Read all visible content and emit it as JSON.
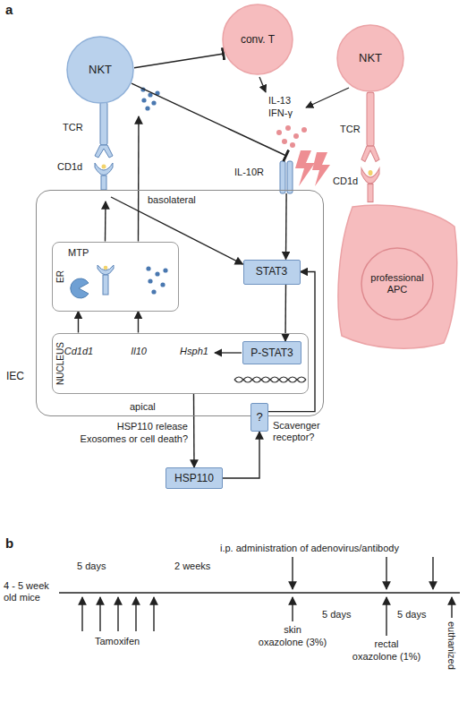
{
  "diagram": {
    "nodes": [
      {
        "text": [
          "NKT"
        ]
      },
      {
        "text": [
          "conv. T"
        ]
      },
      {
        "text": [
          "NKT"
        ]
      },
      {
        "text": [
          "professional APC"
        ]
      },
      {
        "text": [
          "IEC"
        ]
      },
      {
        "text": [
          "ER"
        ],
        "in": 4
      },
      {
        "text": [
          "STAT3"
        ],
        "in": 4
      },
      {
        "text": [
          "NUCLEUS"
        ],
        "in": 4
      },
      {
        "text": [
          "P-STAT3"
        ],
        "in": 7
      },
      {
        "text": [
          "?",
          "Scavenger receptor?"
        ]
      },
      {
        "text": [
          "HSP110"
        ]
      }
    ],
    "edges": [
      {
        "from": 0,
        "to": 1,
        "arrow": "to"
      },
      {
        "from": 0,
        "to": 4,
        "arrow": "to"
      },
      {
        "from": 5,
        "to": 0,
        "arrow": "to"
      },
      {
        "from": 5,
        "to": 0,
        "arrow": "to"
      },
      {
        "from": 7,
        "to": 5,
        "arrow": "to"
      },
      {
        "from": 7,
        "to": 5,
        "arrow": "to"
      },
      {
        "from": 0,
        "to": 6,
        "arrow": "to"
      },
      {
        "from": 4,
        "to": 6,
        "arrow": "to"
      },
      {
        "from": 6,
        "to": 8,
        "arrow": "to"
      },
      {
        "from": 7,
        "to": 10,
        "arrow": "to"
      },
      {
        "from": 10,
        "to": 9,
        "arrow": "to"
      },
      {
        "from": 9,
        "to": 6,
        "arrow": "to"
      }
    ],
    "labels": [
      "a",
      "TCR",
      "CD1d",
      "IL-13",
      "IFN-γ",
      "TCR",
      "CD1d",
      "IL-10R",
      "basolateral",
      "MTP",
      "Cd1d1",
      "Il10",
      "Hsph1",
      "apical",
      "HSP110 release",
      "Exosomes or cell death?",
      "b",
      "i.p. administration of adenovirus/antibody",
      "5 days",
      "2 weeks",
      "4 - 5 week old mice",
      "Tamoxifen",
      "skin",
      "oxazolone (3%)",
      "5 days",
      "rectal",
      "oxazolone (1%)",
      "5 days",
      "euthanized"
    ]
  }
}
